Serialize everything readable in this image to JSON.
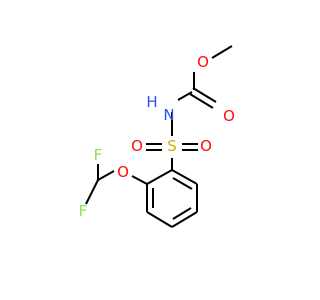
{
  "molecule": {
    "atoms": [
      {
        "id": "O_methoxy",
        "symbol": "O",
        "color": "#ff0d0d"
      },
      {
        "id": "O_carbonyl",
        "symbol": "O",
        "color": "#ff0d0d"
      },
      {
        "id": "N_H",
        "symbol": "H",
        "color": "#3050f8"
      },
      {
        "id": "N",
        "symbol": "N",
        "color": "#3050f8"
      },
      {
        "id": "S",
        "symbol": "S",
        "color": "#c8b400"
      },
      {
        "id": "O_sulfonyl_left",
        "symbol": "O",
        "color": "#ff0d0d"
      },
      {
        "id": "O_sulfonyl_right",
        "symbol": "O",
        "color": "#ff0d0d"
      },
      {
        "id": "O_ether",
        "symbol": "O",
        "color": "#ff0d0d"
      },
      {
        "id": "F_top",
        "symbol": "F",
        "color": "#90e050"
      },
      {
        "id": "F_bottom",
        "symbol": "F",
        "color": "#90e050"
      }
    ]
  }
}
